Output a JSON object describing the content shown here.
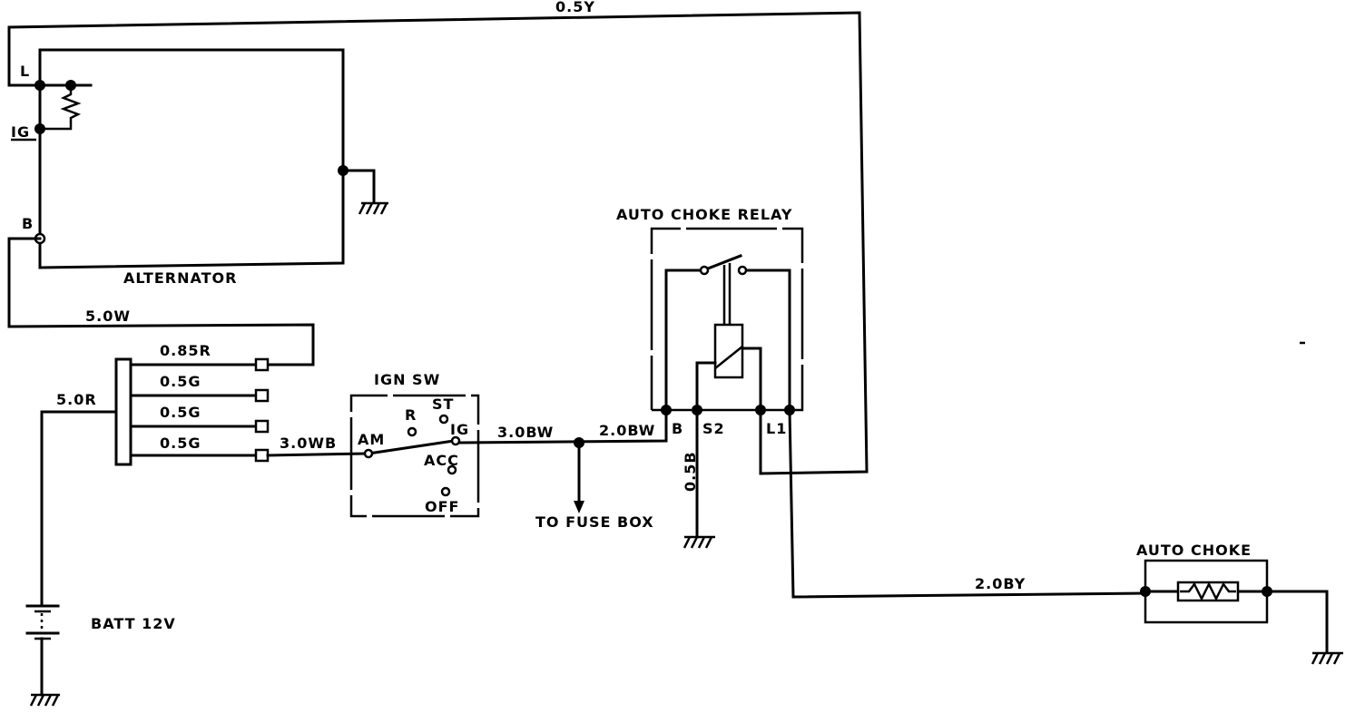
{
  "components": {
    "alternator": "ALTERNATOR",
    "relay": "AUTO CHOKE RELAY",
    "ign_sw": "IGN SW",
    "auto_choke": "AUTO CHOKE",
    "battery": "BATT 12V",
    "fuse_box": "TO FUSE BOX"
  },
  "terminals": {
    "alt_l": "L",
    "alt_ig": "IG",
    "alt_b": "B",
    "sw_st": "ST",
    "sw_r": "R",
    "sw_ig": "IG",
    "sw_am": "AM",
    "sw_acc": "ACC",
    "sw_off": "OFF",
    "relay_b": "B",
    "relay_s2": "S2",
    "relay_l1": "L1"
  },
  "wires": {
    "top": "0.5Y",
    "alt_b": "5.0W",
    "fuse1": "0.85R",
    "fuse2": "0.5G",
    "fuse3": "0.5G",
    "fuse4": "0.5G",
    "battery": "5.0R",
    "am": "3.0WB",
    "ig_out": "3.0BW",
    "relay_b": "2.0BW",
    "s2_ground": "0.5B",
    "choke": "2.0BY"
  }
}
